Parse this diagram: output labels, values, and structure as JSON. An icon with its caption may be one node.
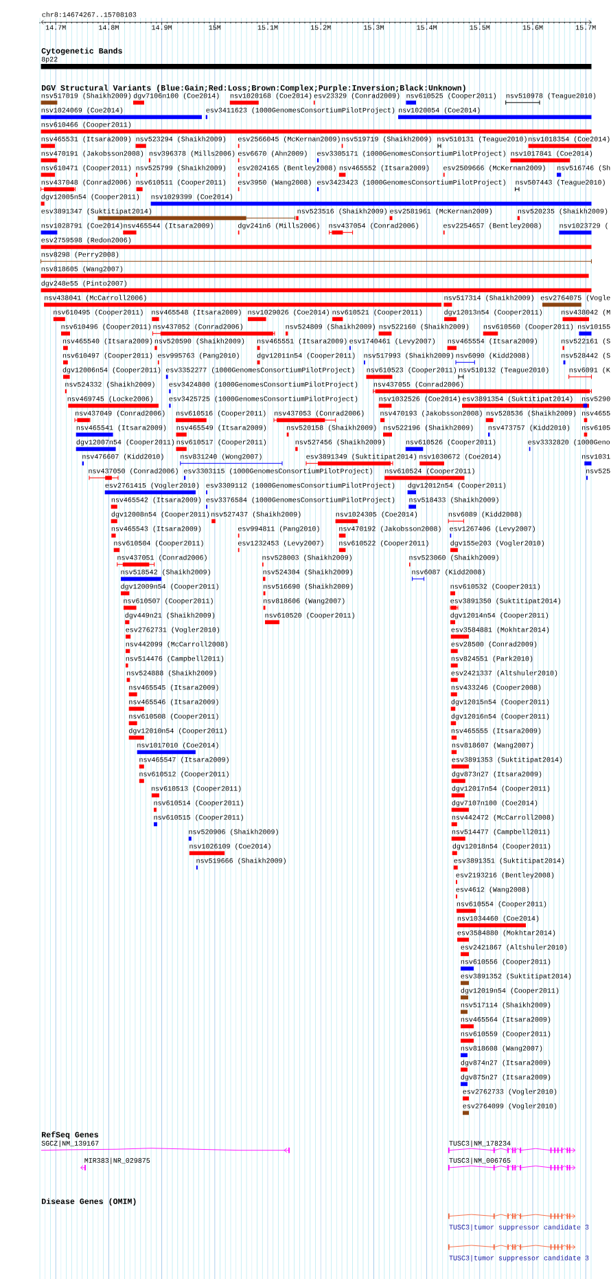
{
  "diagram": {
    "labels": [
      "chr8:14674267..15708103",
      "14.7M",
      "14.8M",
      "14.9M",
      "15M",
      "15.1M",
      "15.2M",
      "15.3M",
      "15.4M",
      "15.5M",
      "15.6M",
      "15.7M",
      "Cytogenetic Bands",
      "8p22",
      "DGV Structural Variants (Blue:Gain;Red:Loss;Brown:Complex;Purple:Inversion;Black:Unknown)",
      "nsv517019 (Shaikh2009)",
      "dgv7106n100 (Coe2014)",
      "nsv1020168 (Coe2014)",
      "esv23329 (Conrad2009)",
      "nsv610525 (Cooper2011)",
      "nsv510978 (Teague2010)",
      "nsv1024069 (Coe2014)",
      "esv3411623 (1000GenomesConsortiumPilotProject)",
      "nsv1020054 (Coe2014)",
      "nsv610466 (Cooper2011)",
      "nsv465531 (Itsara2009)",
      "nsv523294 (Shaikh2009)",
      "esv2566045 (McKernan2009)",
      "nsv519719 (Shaikh2009)",
      "nsv510131 (Teague2010)",
      "nsv1018354 (Coe2014)",
      "nsv470191 (Jakobsson2008)",
      "nsv396378 (Mills2006)",
      "esv6670 (Ahn2009)",
      "esv3305171 (1000GenomesConsortiumPilotProject)",
      "nsv1017841 (Coe2014)",
      "nsv610471 (Cooper2011)",
      "nsv525799 (Shaikh2009)",
      "esv2024165 (Bentley2008)",
      "nsv465552 (Itsara2009)",
      "esv2509666 (McKernan2009)",
      "nsv516746 (Sh",
      "nsv437048 (Conrad2006)",
      "nsv610511 (Cooper2011)",
      "esv3950 (Wang2008)",
      "esv3423423 (1000GenomesConsortiumPilotProject)",
      "nsv507443 (Teague2010)",
      "dgv12005n54 (Cooper2011)",
      "nsv1029399 (Coe2014)",
      "esv3891347 (Suktitipat2014)",
      "nsv523516 (Shaikh2009)",
      "esv2581961 (McKernan2009)",
      "nsv520235 (Shaikh2009)",
      "nsv1028791 (Coe2014)",
      "nsv465544 (Itsara2009)",
      "dgv241n6 (Mills2006)",
      "nsv437054 (Conrad2006)",
      "esv2254657 (Bentley2008)",
      "nsv1023729 (",
      "esv2759598 (Redon2006)",
      "nsv8298 (Perry2008)",
      "nsv818605 (Wang2007)",
      "dgv248e55 (Pinto2007)",
      "nsv438041 (McCarroll2006)",
      "nsv517314 (Shaikh2009)",
      "esv2764075 (Vogle",
      "nsv610495 (Cooper2011)",
      "nsv465548 (Itsara2009)",
      "nsv1029026 (Coe2014)",
      "nsv610521 (Cooper2011)",
      "dgv12013n54 (Cooper2011)",
      "nsv438042 (M",
      "nsv610496 (Cooper2011)",
      "nsv437052 (Conrad2006)",
      "nsv524809 (Shaikh2009)",
      "nsv522160 (Shaikh2009)",
      "nsv610560 (Cooper2011)",
      "nsv10155",
      "nsv465540 (Itsara2009)",
      "nsv520590 (Shaikh2009)",
      "nsv465551 (Itsara2009)",
      "esv1740461 (Levy2007)",
      "nsv465554 (Itsara2009)",
      "nsv522161 (S",
      "nsv610497 (Cooper2011)",
      "esv995763 (Pang2010)",
      "dgv12011n54 (Cooper2011)",
      "nsv517993 (Shaikh2009)",
      "nsv6090 (Kidd2008)",
      "nsv528442 (S",
      "dgv12006n54 (Cooper2011)",
      "esv3352277 (1000GenomesConsortiumPilotProject)",
      "nsv610523 (Cooper2011)",
      "nsv510132 (Teague2010)",
      "nsv6091 (K",
      "nsv524332 (Shaikh2009)",
      "esv3424800 (1000GenomesConsortiumPilotProject)",
      "nsv437055 (Conrad2006)",
      "nsv469745 (Locke2006)",
      "esv3425725 (1000GenomesConsortiumPilotProject)",
      "nsv1032526 (Coe2014)",
      "esv3891354 (Suktitipat2014)",
      "nsv5290",
      "nsv437049 (Conrad2006)",
      "nsv610516 (Cooper2011)",
      "nsv437053 (Conrad2006)",
      "nsv470193 (Jakobsson2008)",
      "nsv528536 (Shaikh2009)",
      "nsv4655",
      "nsv465541 (Itsara2009)",
      "nsv465549 (Itsara2009)",
      "nsv520158 (Shaikh2009)",
      "nsv522196 (Shaikh2009)",
      "nsv473757 (Kidd2010)",
      "nsv6105",
      "dgv12007n54 (Cooper2011)",
      "nsv610517 (Cooper2011)",
      "nsv527456 (Shaikh2009)",
      "nsv610526 (Cooper2011)",
      "esv3332820 (1000Geno",
      "nsv476607 (Kidd2010)",
      "nsv831240 (Wong2007)",
      "esv3891349 (Suktitipat2014)",
      "nsv1030672 (Coe2014)",
      "nsv1031",
      "nsv437050 (Conrad2006)",
      "esv3303115 (1000GenomesConsortiumPilotProject)",
      "nsv610524 (Cooper2011)",
      "nsv525",
      "esv2761415 (Vogler2010)",
      "esv3309112 (1000GenomesConsortiumPilotProject)",
      "dgv12012n54 (Cooper2011)",
      "nsv465542 (Itsara2009)",
      "esv3376584 (1000GenomesConsortiumPilotProject)",
      "nsv518433 (Shaikh2009)",
      "dgv12008n54 (Cooper2011)",
      "nsv527437 (Shaikh2009)",
      "nsv1024305 (Coe2014)",
      "nsv6089 (Kidd2008)",
      "nsv465543 (Itsara2009)",
      "esv994811 (Pang2010)",
      "nsv470192 (Jakobsson2008)",
      "esv1267406 (Levy2007)",
      "nsv610504 (Cooper2011)",
      "esv1232453 (Levy2007)",
      "nsv610522 (Cooper2011)",
      "dgv155e203 (Vogler2010)",
      "nsv437051 (Conrad2006)",
      "nsv528003 (Shaikh2009)",
      "nsv523060 (Shaikh2009)",
      "nsv518542 (Shaikh2009)",
      "nsv524304 (Shaikh2009)",
      "nsv6087 (Kidd2008)",
      "dgv12009n54 (Cooper2011)",
      "nsv516690 (Shaikh2009)",
      "nsv610532 (Cooper2011)",
      "nsv610507 (Cooper2011)",
      "nsv818606 (Wang2007)",
      "esv3891350 (Suktitipat2014)",
      "dgv449n21 (Shaikh2009)",
      "nsv610520 (Cooper2011)",
      "dgv12014n54 (Cooper2011)",
      "esv2762731 (Vogler2010)",
      "esv3584881 (Mokhtar2014)",
      "nsv442099 (McCarroll2008)",
      "esv28500 (Conrad2009)",
      "nsv514476 (Campbell2011)",
      "nsv824551 (Park2010)",
      "nsv524888 (Shaikh2009)",
      "esv2421337 (Altshuler2010)",
      "nsv465545 (Itsara2009)",
      "nsv433246 (Cooper2008)",
      "nsv465546 (Itsara2009)",
      "dgv12015n54 (Cooper2011)",
      "nsv610508 (Cooper2011)",
      "dgv12016n54 (Cooper2011)",
      "dgv12010n54 (Cooper2011)",
      "nsv465555 (Itsara2009)",
      "nsv1017010 (Coe2014)",
      "nsv818607 (Wang2007)",
      "nsv465547 (Itsara2009)",
      "esv3891353 (Suktitipat2014)",
      "nsv610512 (Cooper2011)",
      "dgv873n27 (Itsara2009)",
      "nsv610513 (Cooper2011)",
      "dgv12017n54 (Cooper2011)",
      "nsv610514 (Cooper2011)",
      "dgv7107n100 (Coe2014)",
      "nsv610515 (Cooper2011)",
      "nsv442472 (McCarroll2008)",
      "nsv520906 (Shaikh2009)",
      "nsv514477 (Campbell2011)",
      "nsv1026109 (Coe2014)",
      "dgv12018n54 (Cooper2011)",
      "nsv519666 (Shaikh2009)",
      "esv3891351 (Suktitipat2014)",
      "esv2193216 (Bentley2008)",
      "esv4612 (Wang2008)",
      "nsv610554 (Cooper2011)",
      "nsv1034460 (Coe2014)",
      "esv3584880 (Mokhtar2014)",
      "esv2421867 (Altshuler2010)",
      "nsv610556 (Cooper2011)",
      "esv3891352 (Suktitipat2014)",
      "dgv12019n54 (Cooper2011)",
      "nsv517114 (Shaikh2009)",
      "nsv465564 (Itsara2009)",
      "nsv610559 (Cooper2011)",
      "nsv818608 (Wang2007)",
      "dgv874n27 (Itsara2009)",
      "dgv875n27 (Itsara2009)",
      "esv2762733 (Vogler2010)",
      "esv2764099 (Vogler2010)",
      "RefSeq Genes",
      "SGCZ|NM_139167",
      "TUSC3|NM_178234",
      "MIR383|NR_029875",
      "TUSC3|NM_006765",
      "Disease Genes (OMIM)",
      "TUSC3|tumor suppressor candidate 3",
      "TUSC3|tumor suppressor candidate 3"
    ]
  }
}
